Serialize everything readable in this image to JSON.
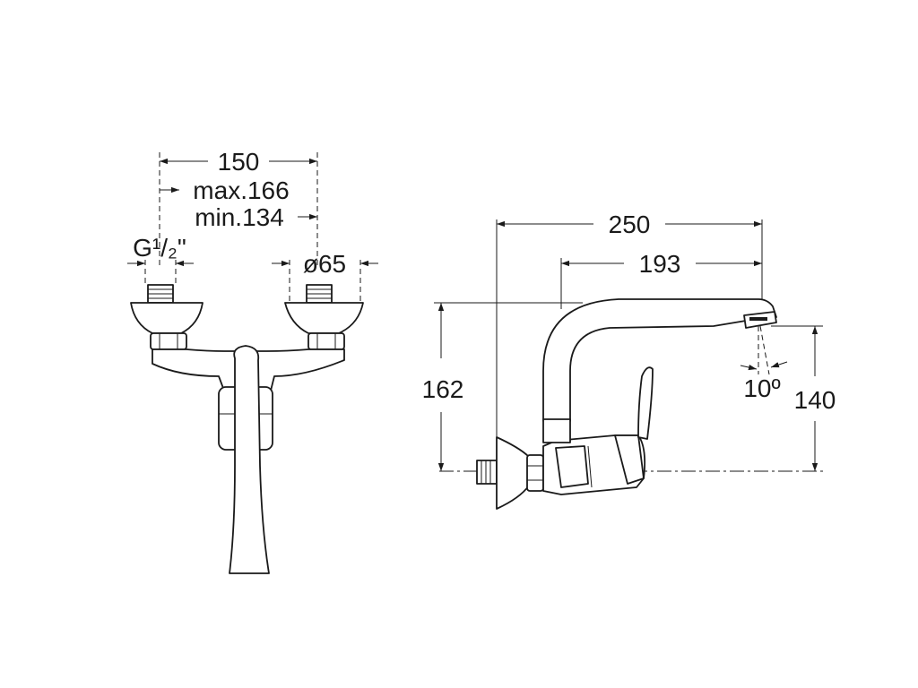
{
  "front_view": {
    "dim_centers": "150",
    "dim_max": "max.166",
    "dim_min": "min.134",
    "dim_thread": "G¹/₂\"",
    "dim_diameter": "ø65"
  },
  "side_view": {
    "dim_reach": "250",
    "dim_spout": "193",
    "dim_height": "162",
    "dim_outlet": "140",
    "dim_angle": "10º"
  }
}
